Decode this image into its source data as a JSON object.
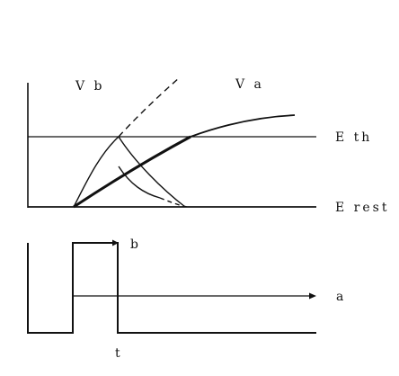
{
  "figure": {
    "upper_panel": {
      "labels": {
        "vb": "V b",
        "va": "V a",
        "eth": "E th",
        "erest": "E rest"
      }
    },
    "lower_panel": {
      "labels": {
        "b": "b",
        "a": "a",
        "t": "t"
      }
    },
    "ink_color": "#111111",
    "background_color": "#ffffff"
  }
}
